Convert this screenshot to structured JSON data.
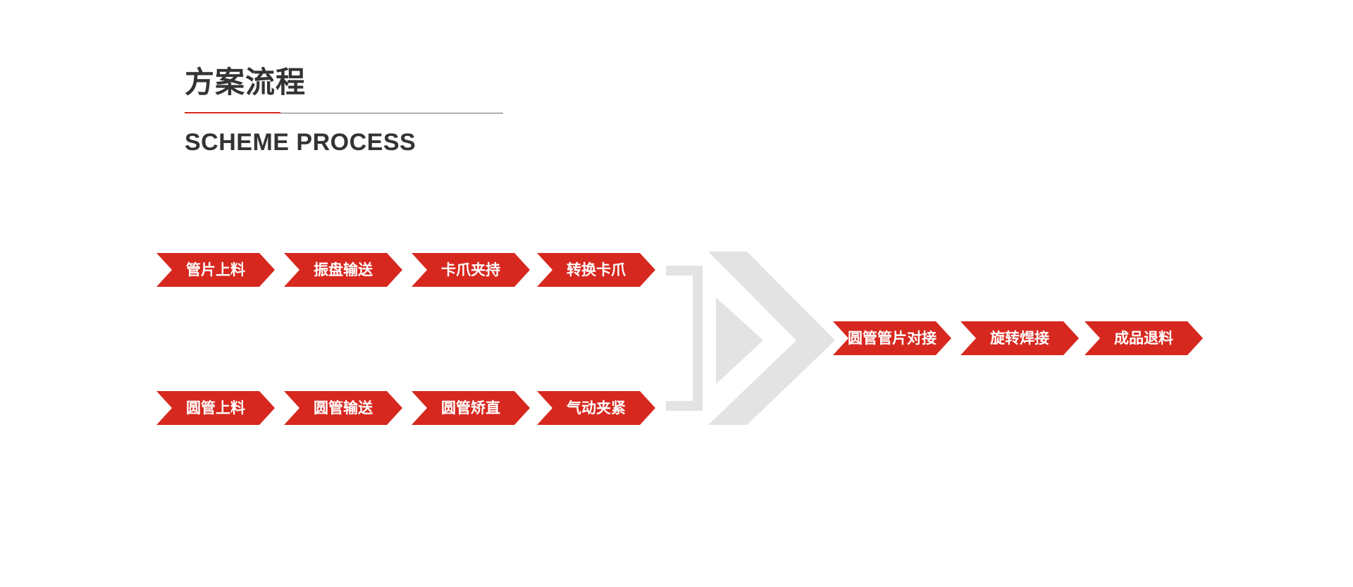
{
  "header": {
    "title_cn": "方案流程",
    "title_en": "SCHEME PROCESS"
  },
  "colors": {
    "accent": "#d7281f",
    "text": "#333333",
    "muted": "#e3e3e3"
  },
  "flow": {
    "row_top": [
      "管片上料",
      "振盘输送",
      "卡爪夹持",
      "转换卡爪"
    ],
    "row_bottom": [
      "圆管上料",
      "圆管输送",
      "圆管矫直",
      "气动夹紧"
    ],
    "row_output": [
      "圆管管片对接",
      "旋转焊接",
      "成品退料"
    ]
  }
}
